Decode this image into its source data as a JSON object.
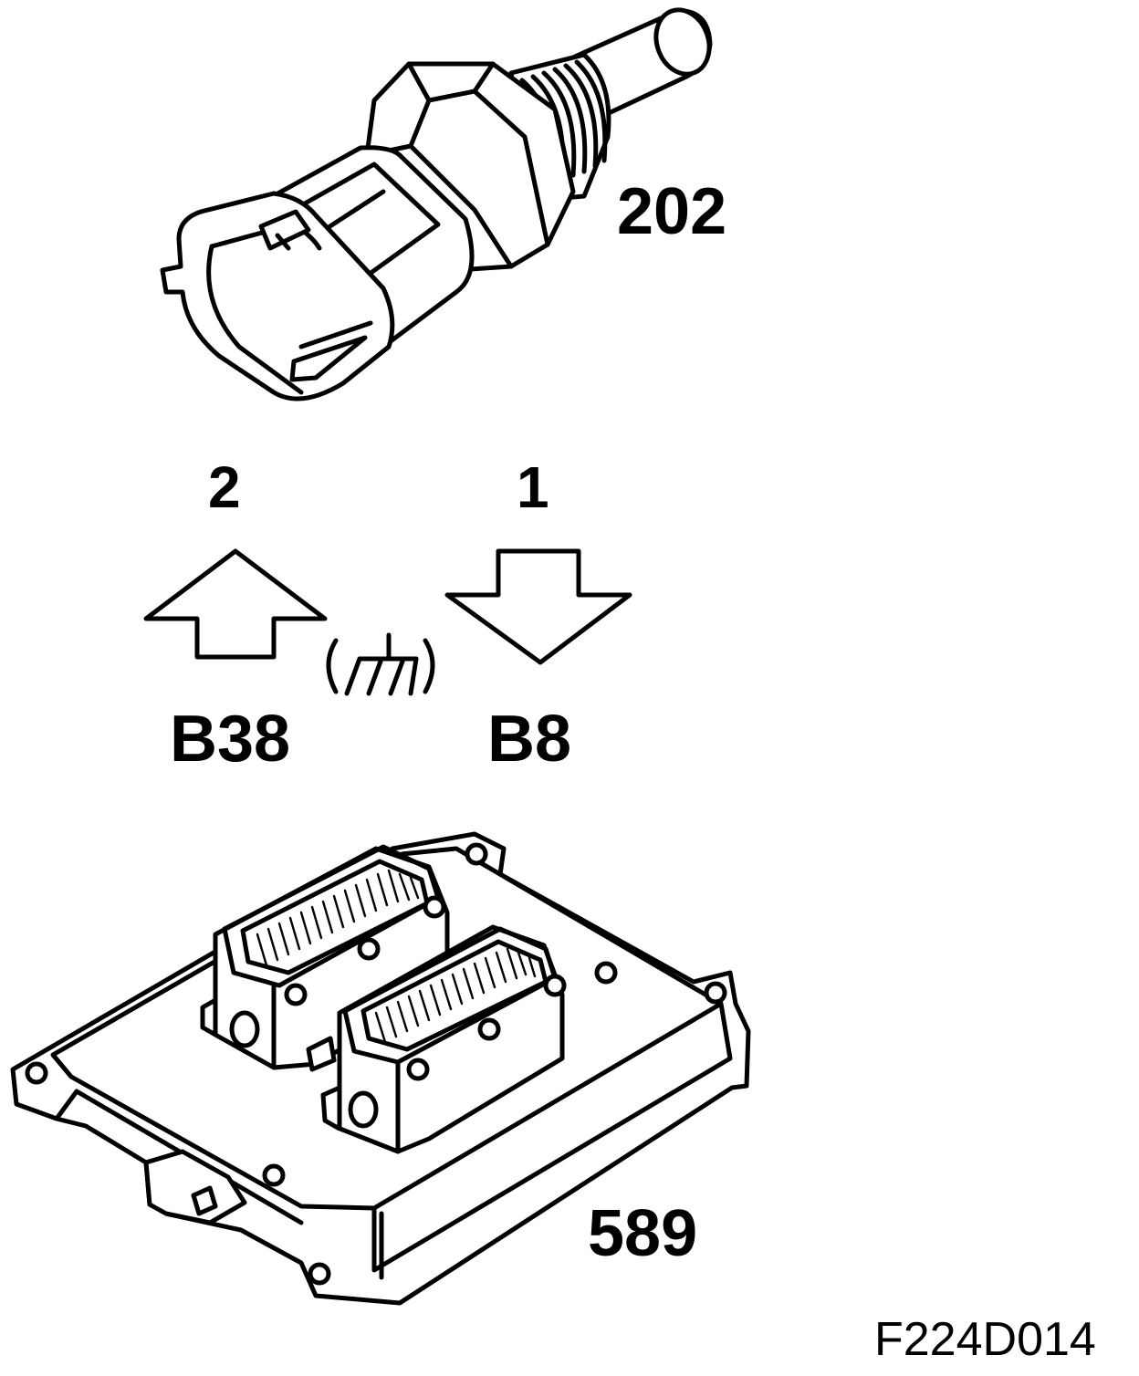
{
  "sensor": {
    "id": "202"
  },
  "connector": {
    "pin_left": "2",
    "pin_right": "1",
    "ecu_pin_left": "B38",
    "ecu_pin_right": "B8"
  },
  "ecu": {
    "id": "589"
  },
  "figure_ref": "F224D014",
  "colors": {
    "ink": "#000000",
    "paper": "#ffffff"
  },
  "icons": {
    "signal_in": "arrow-up-outline",
    "signal_out": "arrow-down-outline",
    "ground": "ground-symbol-in-parentheses"
  }
}
